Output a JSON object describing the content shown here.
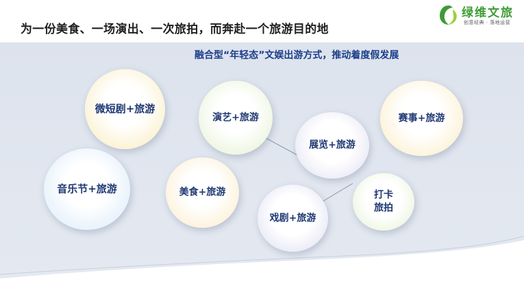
{
  "header": {
    "headline": "为一份美食、一场演出、一次旅拍，而奔赴一个旅游目的地"
  },
  "logo": {
    "name": "绿维文旅",
    "tagline": "创意经典 · 落地运营"
  },
  "subheadline": "融合型“年轻态”文娱出游方式，推动着度假发展",
  "bubbles": {
    "drama_short": "微短剧+旅游",
    "performance": "演艺+旅游",
    "exhibition": "展览+旅游",
    "event": "赛事+旅游",
    "music_festival": "音乐节+旅游",
    "food": "美食+旅游",
    "theater": "戏剧+旅游",
    "checkin": "打卡旅拍"
  },
  "colors": {
    "headline": "#1f1f1f",
    "subheadline": "#1c3e8a",
    "bubble_text": "#1f3873",
    "brand_green": "#3d9b35",
    "band": "#dde3ed"
  }
}
